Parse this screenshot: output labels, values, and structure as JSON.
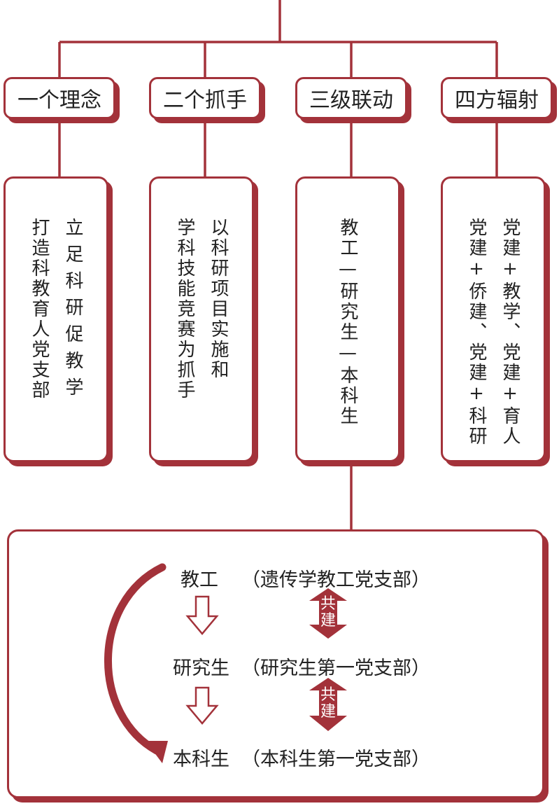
{
  "colors": {
    "accent": "#a3323a"
  },
  "headers": [
    "一个理念",
    "二个抓手",
    "三级联动",
    "四方辐射"
  ],
  "cards": [
    {
      "columns": [
        "立足科研促教学",
        "打造科教育人党支部"
      ]
    },
    {
      "columns": [
        "以科研项目实施和",
        "学科技能竞赛为抓手"
      ]
    },
    {
      "columns": [
        "教工—研究生—本科生"
      ]
    },
    {
      "columns": [
        "党建+教学、党建+育人",
        "党建+侨建、党建+科研"
      ]
    }
  ],
  "flow": {
    "levels": [
      {
        "name": "教工",
        "branch": "（遗传学教工党支部）"
      },
      {
        "name": "研究生",
        "branch": "（研究生第一党支部）"
      },
      {
        "name": "本科生",
        "branch": "（本科生第一党支部）"
      }
    ],
    "co_build_label": [
      "共",
      "建"
    ]
  }
}
